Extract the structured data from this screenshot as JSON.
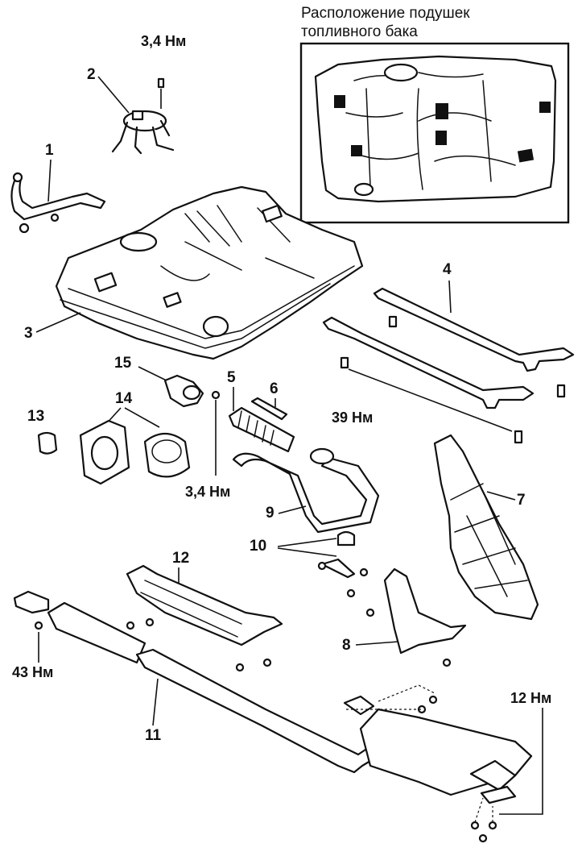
{
  "inset": {
    "title_line1": "Расположение подушек",
    "title_line2": "топливного бака"
  },
  "callouts": {
    "n1": "1",
    "n2": "2",
    "n3": "3",
    "n4": "4",
    "n5": "5",
    "n6": "6",
    "n7": "7",
    "n8": "8",
    "n9": "9",
    "n10": "10",
    "n11": "11",
    "n12": "12",
    "n13": "13",
    "n14": "14",
    "n15": "15"
  },
  "torques": {
    "pump_bolts": "3,4 Нм",
    "filler_bolt": "3,4 Нм",
    "band_bolts": "39 Нм",
    "front_pipe": "43 Нм",
    "muffler": "12 Нм"
  }
}
